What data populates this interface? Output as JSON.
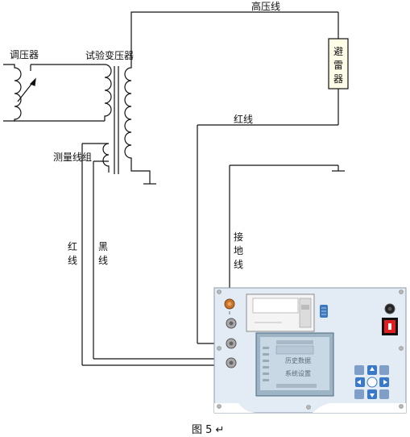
{
  "labels": {
    "regulator": "调压器",
    "test_transformer": "试验变压器",
    "high_voltage_line": "高压线",
    "arrester": "避雷器",
    "red_line_top": "红线",
    "measuring_winding": "测量线组",
    "ground_line": "接地线",
    "red_line_left": "红线",
    "black_line": "黑线"
  },
  "device": {
    "screen_menu": [
      "历史数据",
      "系统设置"
    ],
    "buttons": [
      "↑",
      "←",
      "→",
      "↓",
      "○"
    ],
    "colors": {
      "panel": "#dfe8f2",
      "screen": "#c8d8e4",
      "power_switch": "#e02020",
      "button": "#3a78c8",
      "terminal": "#b0b0b0"
    }
  },
  "caption": "图 5 ↵"
}
